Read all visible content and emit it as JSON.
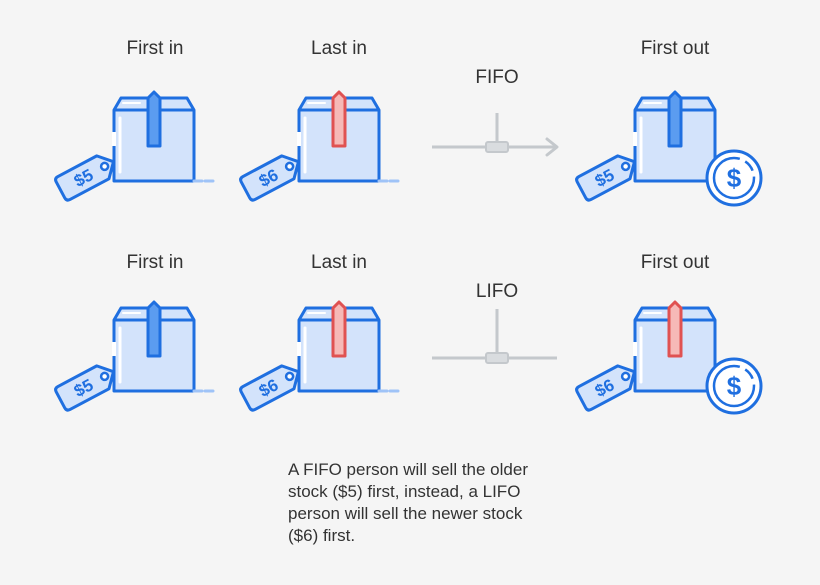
{
  "rows": [
    {
      "label_first_in": "First in",
      "label_last_in": "Last in",
      "method": "FIFO",
      "label_first_out": "First out",
      "first_in_tag": "$5",
      "last_in_tag": "$6",
      "out_tag": "$5",
      "first_in_ribbon": "blue",
      "last_in_ribbon": "red",
      "out_ribbon": "blue"
    },
    {
      "label_first_in": "First in",
      "label_last_in": "Last in",
      "method": "LIFO",
      "label_first_out": "First out",
      "first_in_tag": "$5",
      "last_in_tag": "$6",
      "out_tag": "$6",
      "first_in_ribbon": "blue",
      "last_in_ribbon": "red",
      "out_ribbon": "red"
    }
  ],
  "coin_symbol": "$",
  "note": "A FIFO person will sell the older stock ($5) first, instead, a LIFO person will sell the newer stock ($6) first.",
  "colors": {
    "box_outline": "#1f6fe0",
    "box_fill": "#d3e3fb",
    "ribbon_blue": "#5b9cf0",
    "ribbon_red": "#f6b9b7",
    "ribbon_red_outline": "#e05252",
    "connector": "#c4c8cc",
    "text": "#333333"
  }
}
